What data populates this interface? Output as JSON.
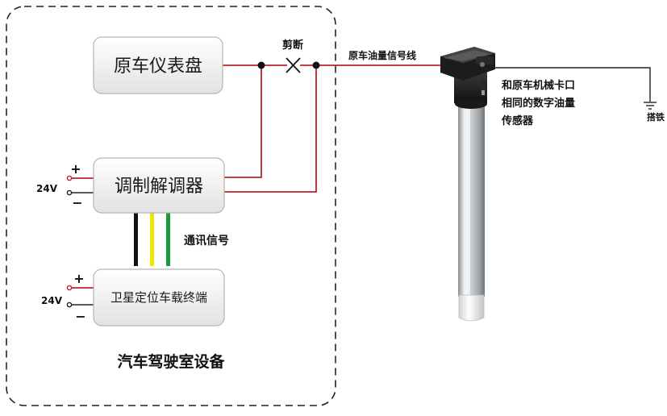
{
  "cabin": {
    "title": "汽车驾驶室设备"
  },
  "boxes": {
    "dashboard": "原车仪表盘",
    "modem": "调制解调器",
    "terminal": "卫星定位车载终端"
  },
  "labels": {
    "cut": "剪断",
    "signal_line": "原车油量信号线",
    "comm_signal": "通讯信号",
    "sensor_line1": "和原车机械卡口",
    "sensor_line2": "相同的数字油量",
    "sensor_line3": "传感器",
    "ground": "搭铁"
  },
  "power": {
    "voltage": "24V",
    "plus": "+",
    "minus": "−"
  },
  "colors": {
    "wire_red": "#c0202a",
    "wire_black": "#111111",
    "wire_yellow": "#f2e600",
    "wire_green": "#1a9a3a",
    "dash_border": "#222222"
  },
  "icons": {
    "cut_mark": "cross-icon",
    "ground_mark": "ground-icon",
    "sensor_image": "fuel-level-sensor-icon"
  }
}
